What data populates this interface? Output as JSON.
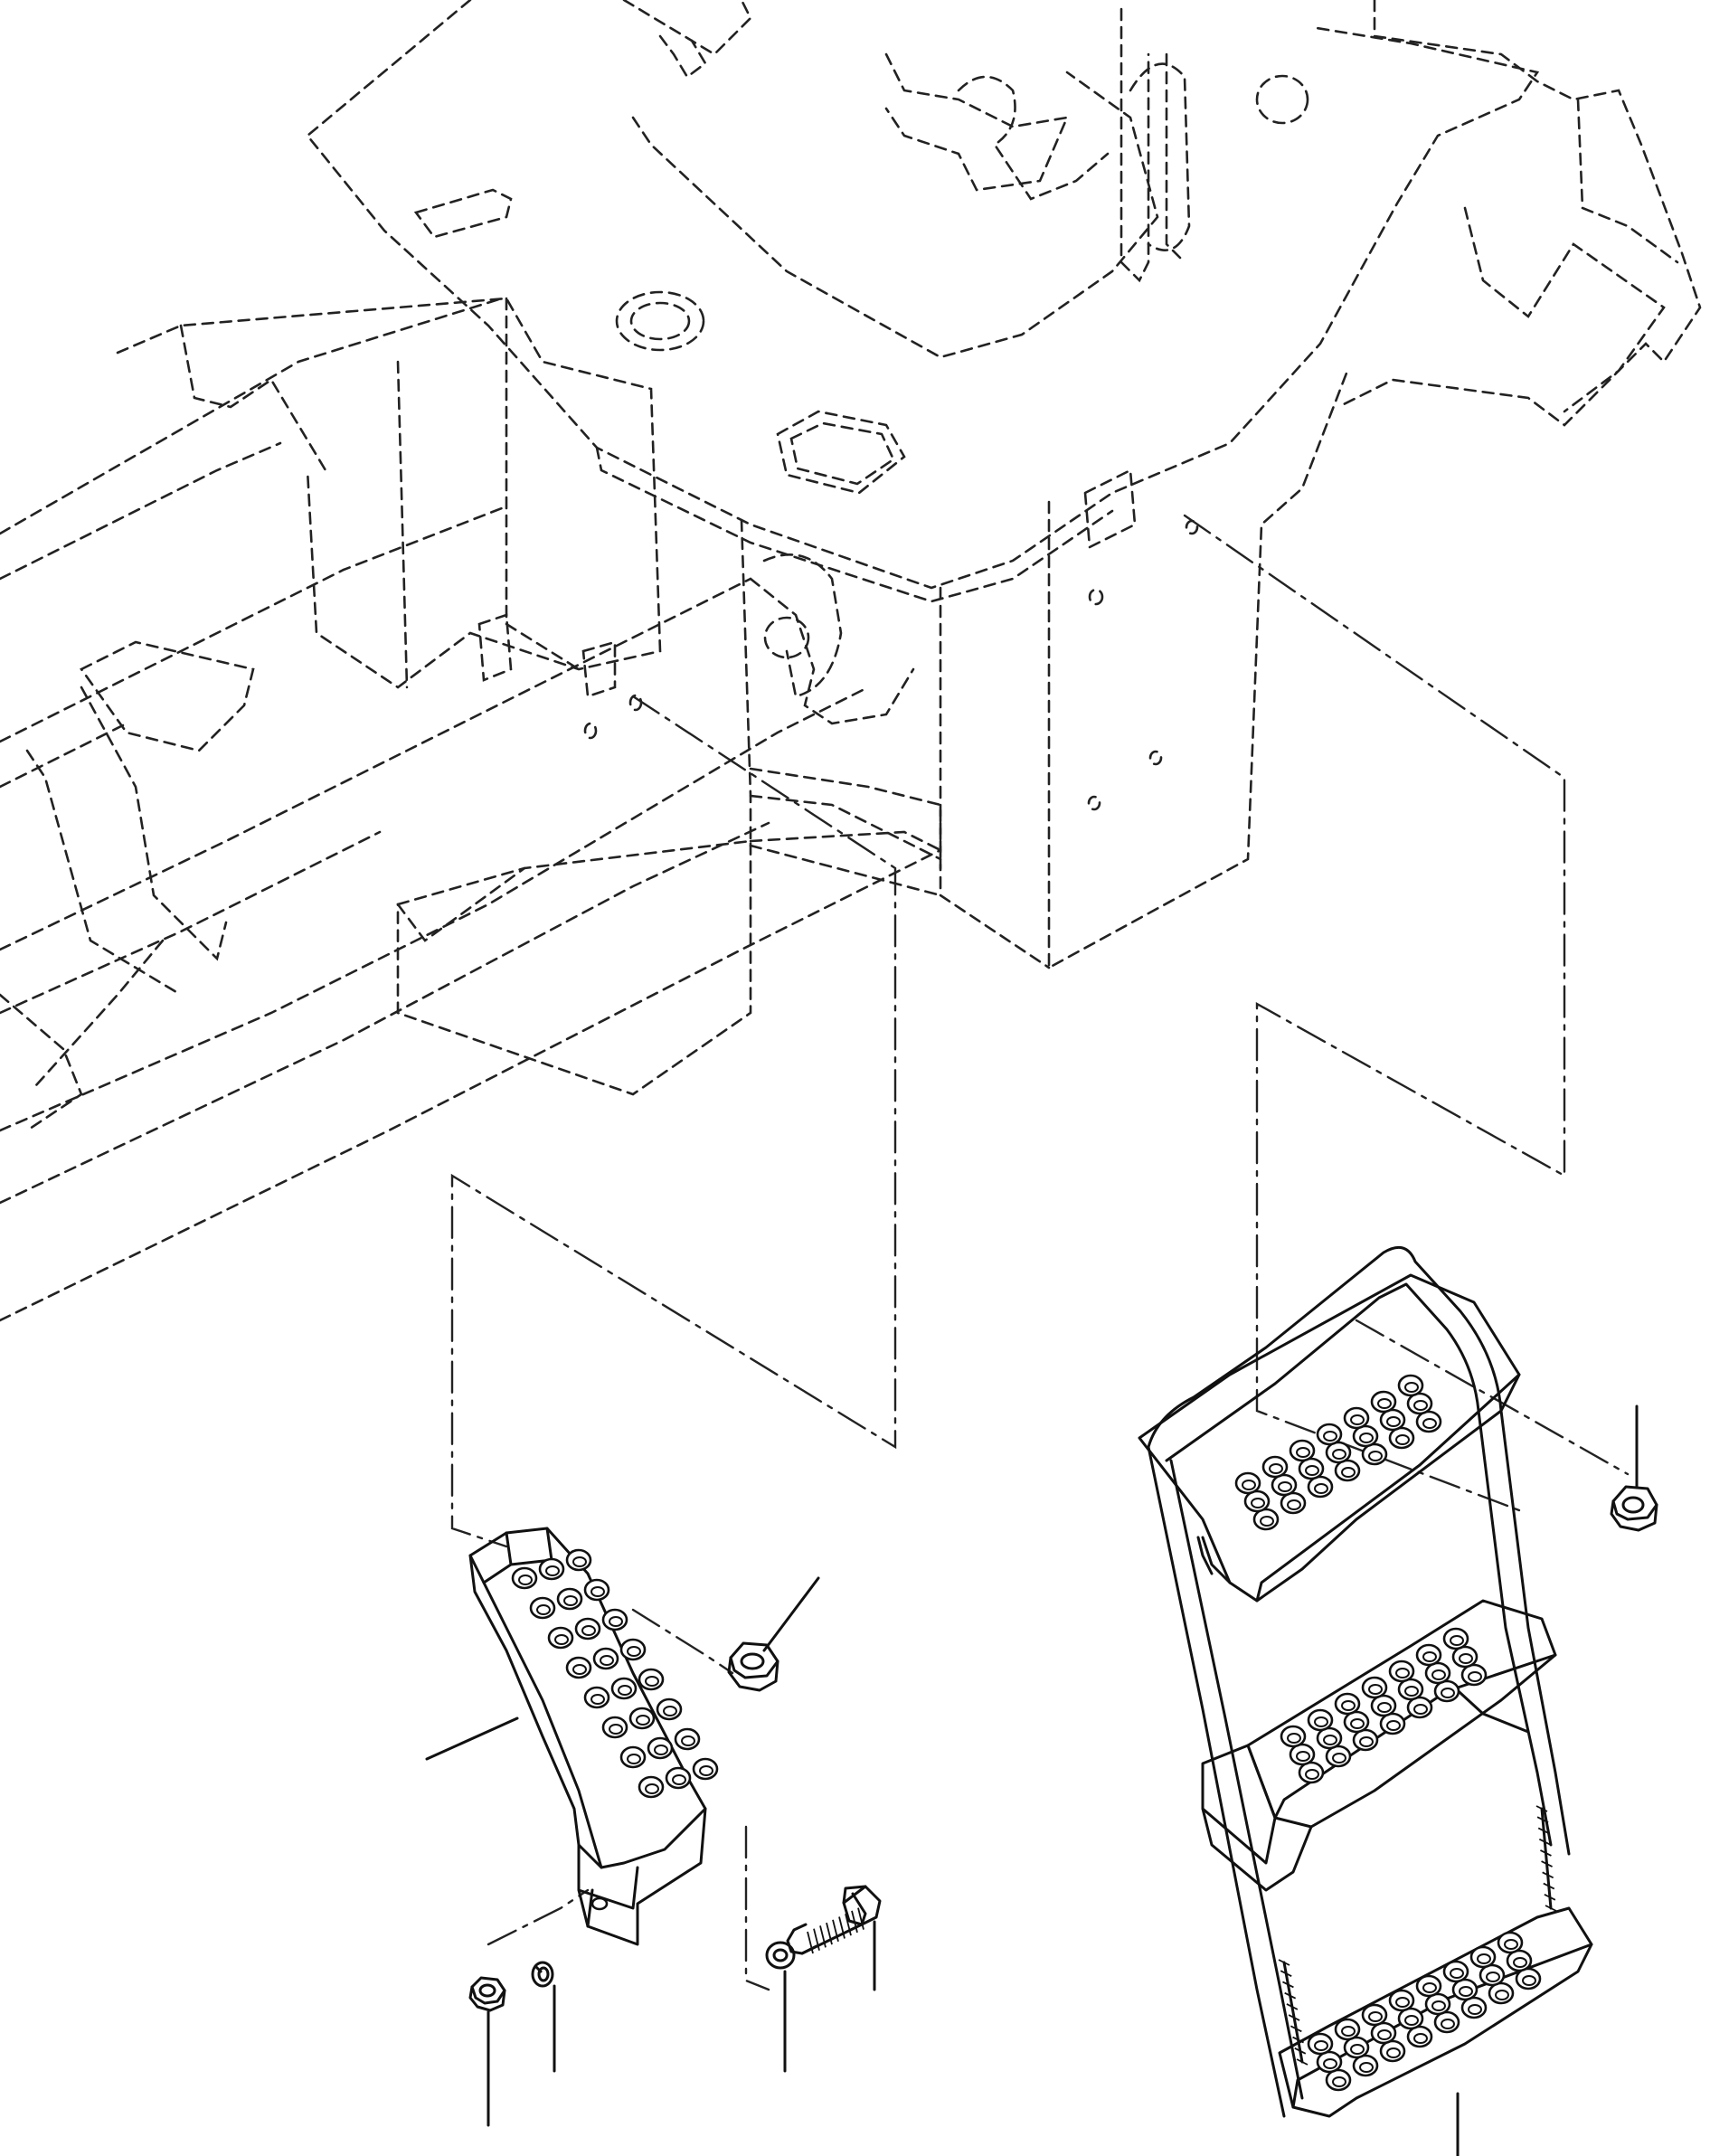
{
  "drawing": {
    "colors": {
      "ink": "#111111",
      "paper": "#ffffff"
    },
    "parts": [
      {
        "name": "frame-assembly",
        "style": "hidden-lines"
      },
      {
        "name": "single-step"
      },
      {
        "name": "step-ladder",
        "treads": 3
      },
      {
        "name": "hex-nut",
        "count": 3
      },
      {
        "name": "lock-washer",
        "count": 1
      },
      {
        "name": "flat-washer",
        "count": 1
      },
      {
        "name": "hex-bolt",
        "count": 1
      }
    ],
    "callouts": []
  }
}
